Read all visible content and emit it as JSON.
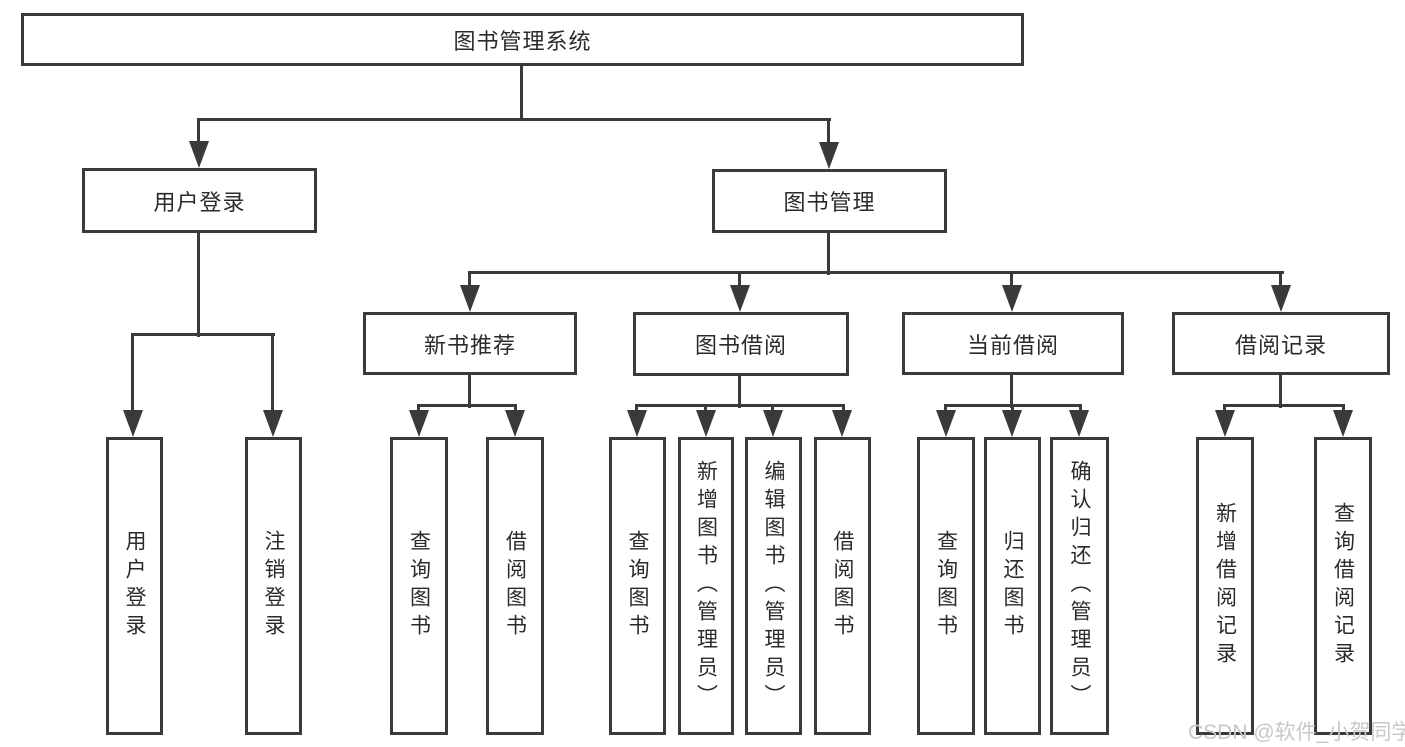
{
  "tree": {
    "root": {
      "label": "图书管理系统"
    },
    "branches": [
      {
        "label": "用户登录",
        "children": [
          {
            "label": "用户登录"
          },
          {
            "label": "注销登录"
          }
        ]
      },
      {
        "label": "图书管理",
        "children": [
          {
            "label": "新书推荐",
            "children": [
              {
                "label": "查询图书"
              },
              {
                "label": "借阅图书"
              }
            ]
          },
          {
            "label": "图书借阅",
            "children": [
              {
                "label": "查询图书"
              },
              {
                "label": "新增图书（管理员）"
              },
              {
                "label": "编辑图书（管理员）"
              },
              {
                "label": "借阅图书"
              }
            ]
          },
          {
            "label": "当前借阅",
            "children": [
              {
                "label": "查询图书"
              },
              {
                "label": "归还图书"
              },
              {
                "label": "确认归还（管理员）"
              }
            ]
          },
          {
            "label": "借阅记录",
            "children": [
              {
                "label": "新增借阅记录"
              },
              {
                "label": "查询借阅记录"
              }
            ]
          }
        ]
      }
    ]
  },
  "watermark": {
    "text": "CSDN @软件_小贺同学"
  },
  "colors": {
    "line": "#3a3a3a",
    "text": "#2b2b2b",
    "watermark": "#c8c8c8",
    "background": "#ffffff"
  }
}
